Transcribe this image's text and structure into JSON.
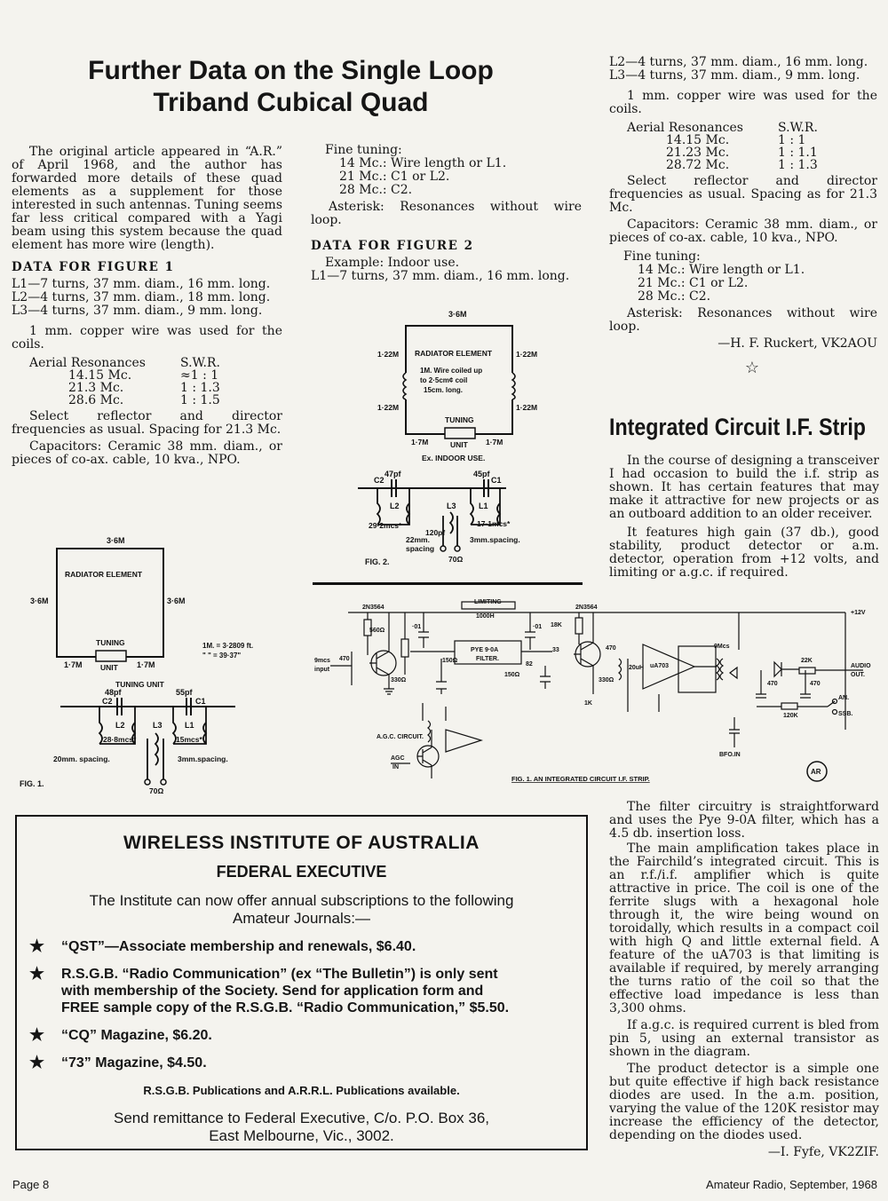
{
  "article1": {
    "title_line1": "Further Data on the Single Loop",
    "title_line2": "Triband Cubical Quad",
    "intro": "The original article appeared in “A.R.” of April 1968, and the author has forwarded more details of these quad elements as a supplement for those interested in such antennas. Tuning seems far less critical compared with a Yagi beam using this system because the quad element has more wire (length).",
    "fig1_heading": "DATA FOR FIGURE 1",
    "fig1_coils": [
      "L1—7 turns, 37 mm. diam., 16 mm. long.",
      "L2—4 turns, 37 mm. diam., 18 mm. long.",
      "L3—4 turns, 37 mm. diam., 9 mm. long."
    ],
    "fig1_wire": "1 mm. copper wire was used for the coils.",
    "fig1_res_header": [
      "Aerial Resonances",
      "S.W.R."
    ],
    "fig1_res_rows": [
      [
        "14.15 Mc.",
        "≈1 : 1"
      ],
      [
        "21.3 Mc.",
        "1 : 1.3"
      ],
      [
        "28.6 Mc.",
        "1 : 1.5"
      ]
    ],
    "fig1_select": "Select reflector and director frequencies as usual. Spacing for 21.3 Mc.",
    "fig1_caps": "Capacitors: Ceramic 38 mm. diam., or pieces of co-ax. cable, 10 kva., NPO.",
    "col2_fine": "Fine tuning:",
    "col2_fine_items": [
      "14 Mc.: Wire length or L1.",
      "21 Mc.: C1 or L2.",
      "28 Mc.: C2."
    ],
    "col2_asterisk": "Asterisk: Resonances without wire loop.",
    "fig2_heading": "DATA FOR FIGURE 2",
    "fig2_example": "Example: Indoor use.",
    "fig2_l1": "L1—7 turns, 37 mm. diam., 16 mm. long.",
    "col3_coils": [
      "L2—4 turns, 37 mm. diam., 16 mm. long.",
      "L3—4 turns, 37 mm. diam., 9 mm. long."
    ],
    "col3_wire": "1 mm. copper wire was used for the coils.",
    "col3_res_header": [
      "Aerial Resonances",
      "S.W.R."
    ],
    "col3_res_rows": [
      [
        "14.15 Mc.",
        "1 : 1"
      ],
      [
        "21.23 Mc.",
        "1 : 1.1"
      ],
      [
        "28.72 Mc.",
        "1 : 1.3"
      ]
    ],
    "col3_select": "Select reflector and director frequencies as usual. Spacing as for 21.3 Mc.",
    "col3_caps": "Capacitors: Ceramic 38 mm. diam., or pieces of co-ax. cable, 10 kva., NPO.",
    "col3_fine": "Fine tuning:",
    "col3_fine_items": [
      "14 Mc.: Wire length or L1.",
      "21 Mc.: C1 or L2.",
      "28 Mc.: C2."
    ],
    "col3_asterisk": "Asterisk: Resonances without wire loop.",
    "author": "—H. F. Ruckert, VK2AOU",
    "separator": "☆"
  },
  "fig1": {
    "top": "3·6M",
    "radiator": "RADIATOR ELEMENT",
    "left": "3·6M",
    "right": "3·6M",
    "tuning": "TUNING",
    "unit": "UNIT",
    "bl": "1·7M",
    "br": "1·7M",
    "note1": "1M. = 3·2809 ft.",
    "note2": "\" \" = 39·37\"",
    "tu_title": "TUNING UNIT",
    "c2v": "48pf",
    "c2": "C2",
    "l2": "L2",
    "c1v": "55pf",
    "c1": "C1",
    "l1": "L1",
    "l3": "L3",
    "f1": "28·8mcs*",
    "f2": "15mcs*",
    "sp1": "20mm. spacing.",
    "sp2": "3mm.spacing.",
    "ohm": "70Ω",
    "label": "FIG. 1."
  },
  "fig2": {
    "top": "3·6M",
    "radiator": "RADIATOR ELEMENT",
    "l122a": "1·22M",
    "r122a": "1·22M",
    "coil1": "1M. Wire coiled up",
    "coil2": "to 2·5cm¢ coil",
    "coil3": "15cm. long.",
    "l122b": "1·22M",
    "r122b": "1·22M",
    "tuning": "TUNING",
    "unit": "UNIT",
    "bl": "1·7M",
    "br": "1·7M",
    "ex": "Ex. INDOOR USE.",
    "c2": "C2",
    "c2v": "47pf",
    "c1v": "45pf",
    "c1": "C1",
    "l2": "L2",
    "l3": "L3",
    "l1": "L1",
    "f1": "29·2mcs*",
    "f2": "17·1mcs*",
    "v120": "120pf",
    "sp1": "22mm.",
    "sp1b": "spacing",
    "sp2": "3mm.spacing.",
    "ohm": "70Ω",
    "label": "FIG. 2."
  },
  "article2": {
    "title": "Integrated Circuit I.F. Strip",
    "p1": "In the course of designing a transceiver I had occasion to build the i.f. strip as shown. It has certain features that may make it attractive for new projects or as an outboard addition to an older receiver.",
    "p2": "It features high gain (37 db.), good stability, product detector or a.m. detector, operation from +12 volts, and limiting or a.g.c. if required.",
    "p3": "The filter circuitry is straightforward and uses the Pye 9-0A filter, which has a 4.5 db. insertion loss.",
    "p4": "The main amplification takes place in the Fairchild’s integrated circuit. This is an r.f./i.f. amplifier which is quite attractive in price. The coil is one of the ferrite slugs with a hexagonal hole through it, the wire being wound on toroidally, which results in a compact coil with high Q and little external field. A feature of the uA703 is that limiting is available if required, by merely arranging the turns ratio of the coil so that the effective load impedance is less than 3,300 ohms.",
    "p5": "If a.g.c. is required current is bled from pin 5, using an external transistor as shown in the diagram.",
    "p6": "The product detector is a simple one but quite effective if high back resistance diodes are used. In the a.m. position, varying the value of the 120K resistor may increase the efficiency of the detector, depending on the diodes used.",
    "author": "—I. Fyfe, VK2ZIF."
  },
  "schematic": {
    "t1": "2N3564",
    "t2": "2N3564",
    "limiting": "LIMITING",
    "r1000": "1000H",
    "v12": "+12V",
    "input1": "9mcs",
    "input2": "input",
    "r470": "470",
    "r560": "560Ω",
    "c01a": "·01",
    "c01b": "·01",
    "r18k": "18K",
    "filter1": "PYE 9·0A",
    "filter2": "FILTER.",
    "r150a": "150Ω",
    "r150b": "150Ω",
    "c82": "82",
    "c33": "33",
    "r470b": "470",
    "r330a": "330Ω",
    "r330b": "330Ω",
    "uh20": "20uH",
    "ic": "uA703",
    "mcs9": "9Mcs",
    "r22k": "22K",
    "c470a": "470",
    "c470b": "470",
    "r120k": "120K",
    "am": "AN.",
    "ssb": "SSB.",
    "bfo": "BFO.IN",
    "r1k": "1K",
    "audio1": "AUDIO",
    "audio2": "OUT.",
    "agc1": "A.G.C. CIRCUIT.",
    "agc2": "AGC",
    "agc3": "IN",
    "caption": "FIG. 1.  AN INTEGRATED CIRCUIT I.F. STRIP.",
    "logo": "AR"
  },
  "wia": {
    "title": "WIRELESS INSTITUTE OF AUSTRALIA",
    "subtitle": "FEDERAL EXECUTIVE",
    "intro1": "The Institute can now offer annual subscriptions to the following",
    "intro2": "Amateur Journals:—",
    "items": [
      [
        "“QST”—Associate membership and renewals, $6.40."
      ],
      [
        "R.S.G.B. “Radio Communication” (ex “The Bulletin”) is only sent",
        "with membership of the Society.  Send for application form and",
        "FREE sample copy of the R.S.G.B. “Radio Communication,” $5.50."
      ],
      [
        "“CQ” Magazine, $6.20."
      ],
      [
        "“73” Magazine, $4.50."
      ]
    ],
    "star": "★",
    "pubs": "R.S.G.B. Publications and A.R.R.L. Publications available.",
    "remit1": "Send remittance to Federal Executive, C/o. P.O. Box 36,",
    "remit2": "East Melbourne, Vic., 3002."
  },
  "footer": {
    "page": "Page 8",
    "mag": "Amateur Radio, September, 1968"
  }
}
